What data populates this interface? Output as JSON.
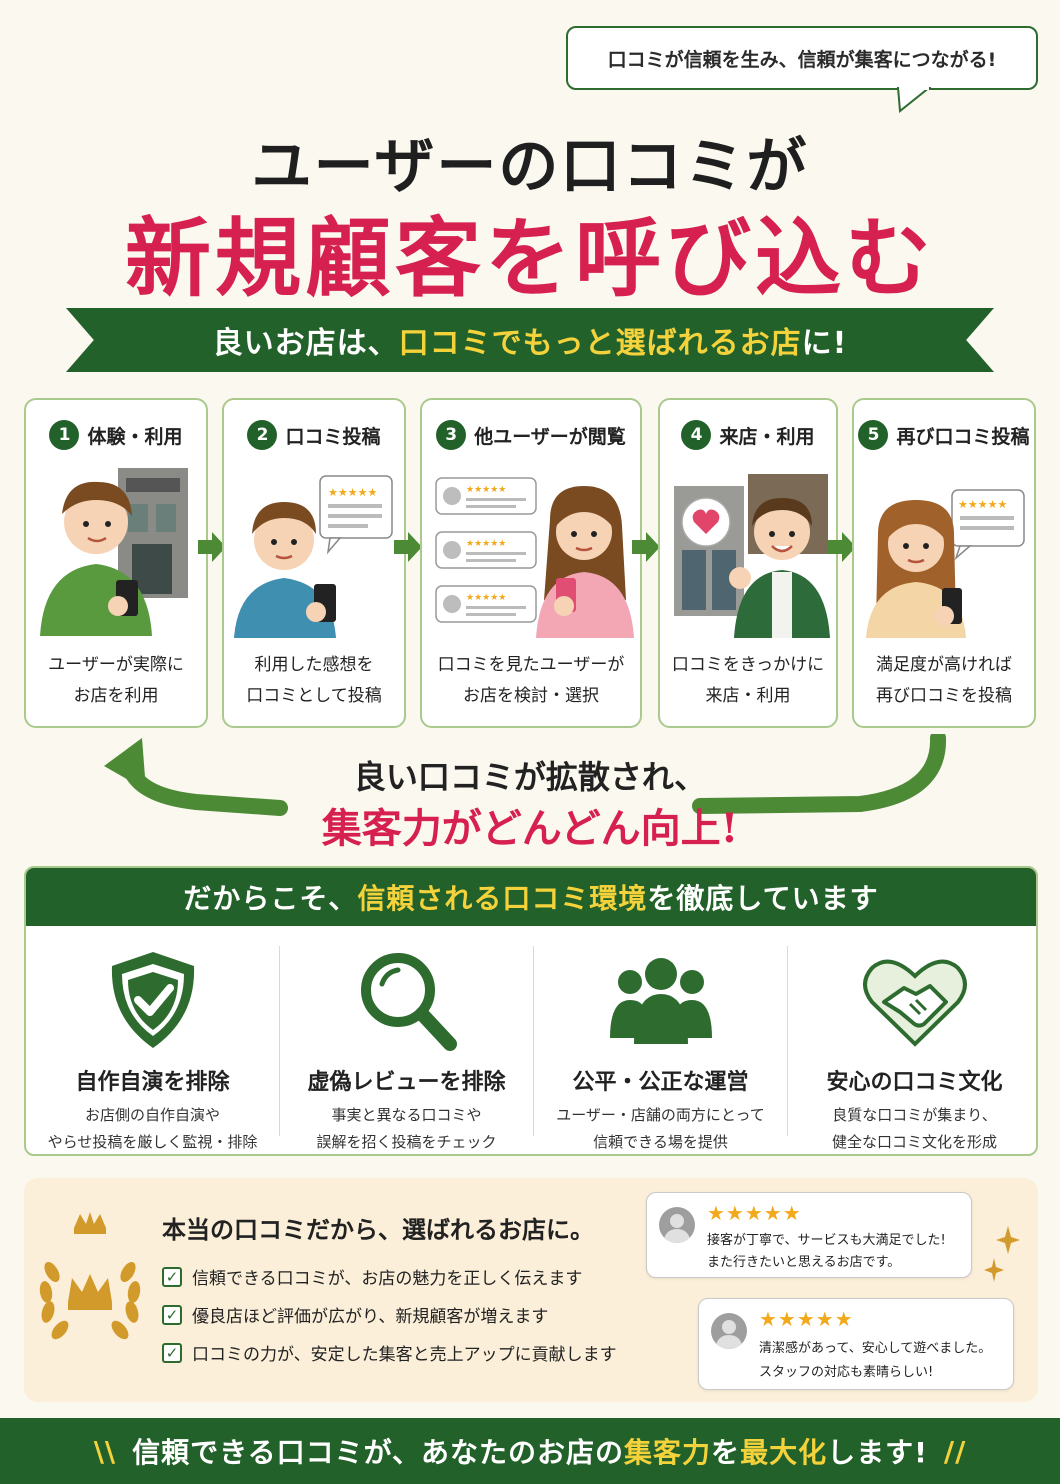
{
  "top_bubble": "口コミが信頼を生み、信頼が集客につながる!",
  "headline": {
    "line1": "ユーザーの口コミが",
    "line2": "新規顧客を呼び込む"
  },
  "banner": {
    "pre": "良いお店は、",
    "highlight": "口コミでもっと選ばれるお店",
    "post": "に!"
  },
  "steps": [
    {
      "num": "1",
      "label": "体験・利用",
      "desc1": "ユーザーが実際に",
      "desc2": "お店を利用"
    },
    {
      "num": "2",
      "label": "口コミ投稿",
      "desc1": "利用した感想を",
      "desc2": "口コミとして投稿"
    },
    {
      "num": "3",
      "label": "他ユーザーが閲覧",
      "desc1": "口コミを見たユーザーが",
      "desc2": "お店を検討・選択"
    },
    {
      "num": "4",
      "label": "来店・利用",
      "desc1": "口コミをきっかけに",
      "desc2": "来店・利用"
    },
    {
      "num": "5",
      "label": "再び口コミ投稿",
      "desc1": "満足度が高ければ",
      "desc2": "再び口コミを投稿"
    }
  ],
  "loop": {
    "line1": "良い口コミが拡散され、",
    "line2": "集客力がどんどん向上!"
  },
  "trust": {
    "head_pre": "だからこそ、",
    "head_highlight": "信頼される口コミ環境",
    "head_post": "を徹底しています",
    "features": [
      {
        "title": "自作自演を排除",
        "desc1": "お店側の自作自演や",
        "desc2": "やらせ投稿を厳しく監視・排除",
        "icon": "shield-check-icon"
      },
      {
        "title": "虚偽レビューを排除",
        "desc1": "事実と異なる口コミや",
        "desc2": "誤解を招く投稿をチェック",
        "icon": "magnifier-icon"
      },
      {
        "title": "公平・公正な運営",
        "desc1": "ユーザー・店舗の両方にとって",
        "desc2": "信頼できる場を提供",
        "icon": "people-icon"
      },
      {
        "title": "安心の口コミ文化",
        "desc1": "良質な口コミが集まり、",
        "desc2": "健全な口コミ文化を形成",
        "icon": "heart-handshake-icon"
      }
    ]
  },
  "callout": {
    "title": "本当の口コミだから、選ばれるお店に。",
    "checks": [
      "信頼できる口コミが、お店の魅力を正しく伝えます",
      "優良店ほど評価が広がり、新規顧客が増えます",
      "口コミの力が、安定した集客と売上アップに貢献します"
    ],
    "reviews": [
      {
        "stars": "★★★★★",
        "line1": "接客が丁寧で、サービスも大満足でした!",
        "line2": "また行きたいと思えるお店です。"
      },
      {
        "stars": "★★★★★",
        "line1": "清潔感があって、安心して遊べました。",
        "line2": "スタッフの対応も素晴らしい!"
      }
    ]
  },
  "footer": {
    "pre": "信頼できる口コミが、あなたのお店の",
    "hl1": "集客力",
    "mid": "を",
    "hl2": "最大化",
    "post": "します!",
    "slash_left": "\\\\",
    "slash_right": "//"
  },
  "colors": {
    "brand_green": "#23612a",
    "accent_pink": "#d6204f",
    "highlight_yellow": "#f4d23c",
    "star": "#f2a91b"
  }
}
